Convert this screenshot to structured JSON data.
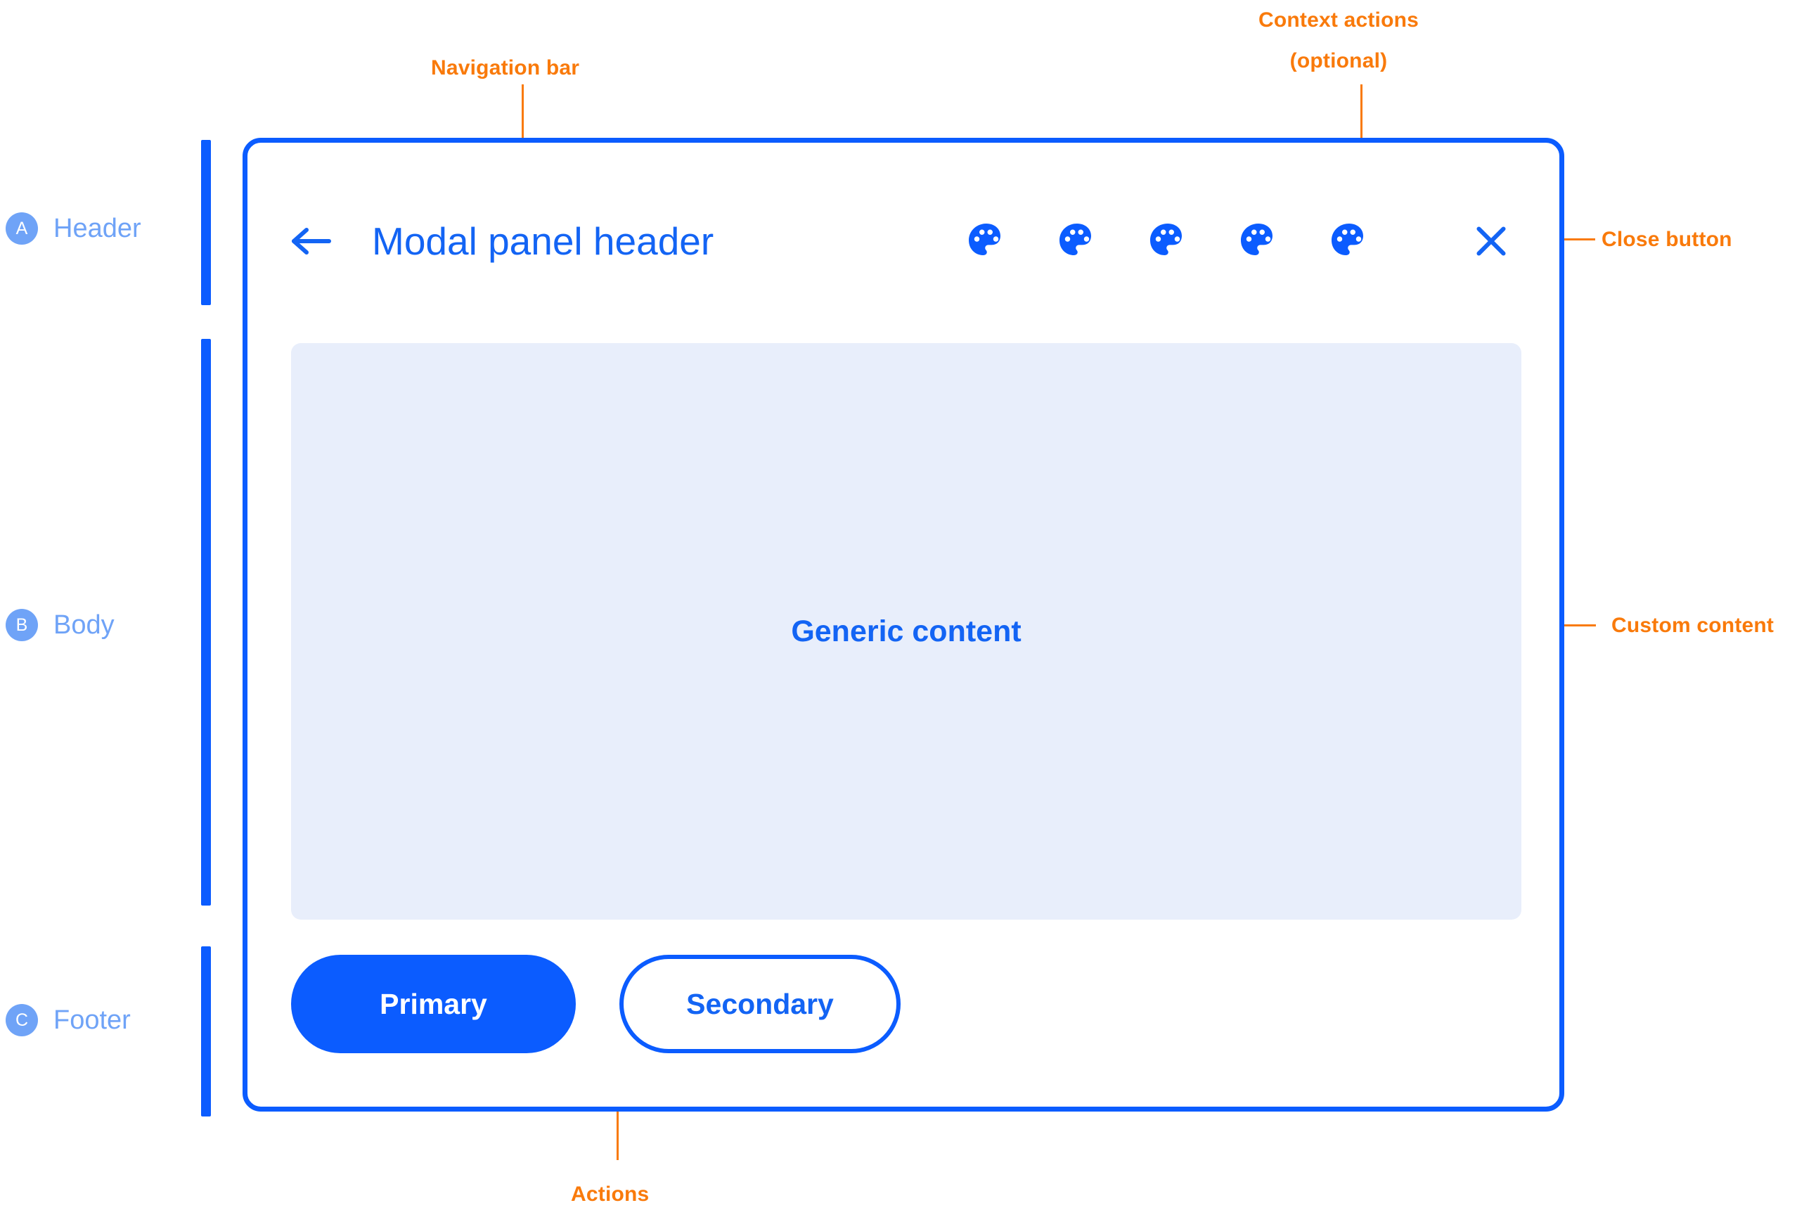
{
  "legend": {
    "sections": [
      {
        "badge": "A",
        "label": "Header"
      },
      {
        "badge": "B",
        "label": "Body"
      },
      {
        "badge": "C",
        "label": "Footer"
      }
    ]
  },
  "annotations": {
    "navigation_bar": "Navigation bar",
    "context_actions_line1": "Context actions",
    "context_actions_line2": "(optional)",
    "close_button": "Close button",
    "custom_content": "Custom content",
    "actions": "Actions"
  },
  "modal": {
    "header": {
      "back_icon": "arrow-left-icon",
      "title": "Modal panel header",
      "context_actions": [
        {
          "icon": "palette-icon"
        },
        {
          "icon": "palette-icon"
        },
        {
          "icon": "palette-icon"
        },
        {
          "icon": "palette-icon"
        },
        {
          "icon": "palette-icon"
        }
      ],
      "close_icon": "close-icon"
    },
    "body": {
      "placeholder_text": "Generic content"
    },
    "footer": {
      "primary_label": "Primary",
      "secondary_label": "Secondary"
    }
  },
  "colors": {
    "brand_blue": "#0B5CFF",
    "title_blue": "#1364F4",
    "legend_blue": "#6FA3F7",
    "body_fill": "#E8EEFB",
    "annotation_orange": "#F97A0B",
    "white": "#FFFFFF"
  }
}
